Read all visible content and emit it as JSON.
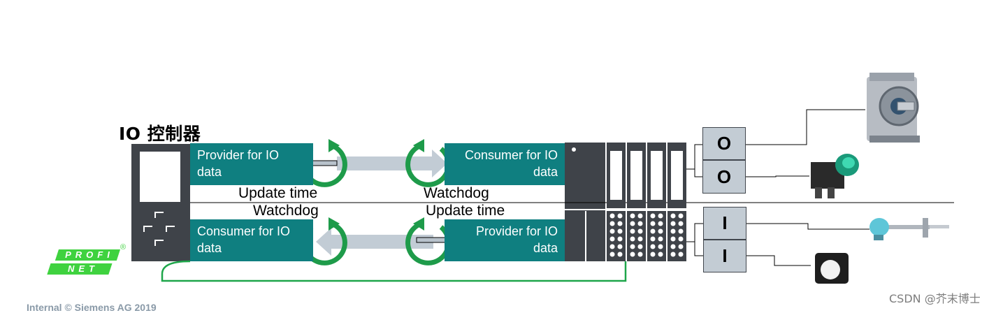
{
  "title": "IO 控制器",
  "top_row": {
    "provider_label": "Provider for IO data",
    "consumer_label": "Consumer for IO data",
    "left_caption": "Update time",
    "right_caption": "Watchdog"
  },
  "bottom_row": {
    "consumer_label": "Consumer for IO data",
    "provider_label": "Provider for IO data",
    "left_caption": "Watchdog",
    "right_caption": "Update time"
  },
  "io_channels": {
    "out1": "O",
    "out2": "O",
    "in1": "I",
    "in2": "I"
  },
  "profinet_logo": {
    "line1": "PROFI",
    "line2": "NET",
    "mark": "®"
  },
  "footer": "Internal © Siemens AG 2019",
  "watermark": "CSDN @芥末博士",
  "colors": {
    "teal": "#0f7f80",
    "dark_gray": "#3f4349",
    "cycle_green": "#1e9b4a",
    "arrow_gray": "#c2ccd5",
    "io_box": "#c3ccd4",
    "profinet_green": "#3fd23f"
  }
}
